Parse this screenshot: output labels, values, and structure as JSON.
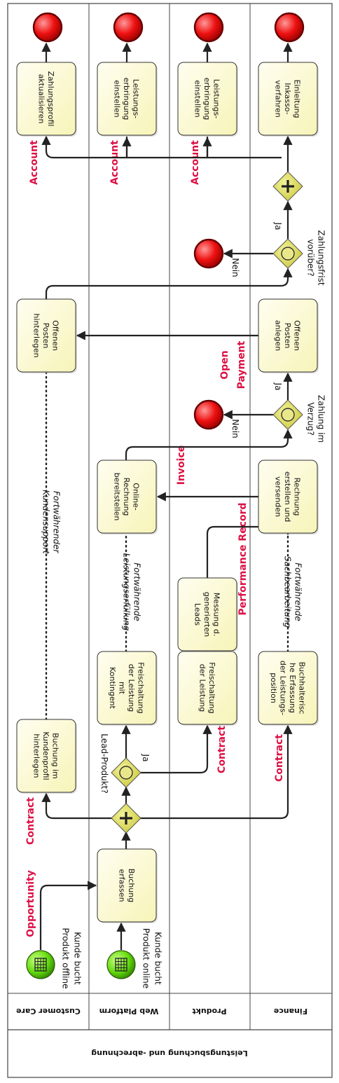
{
  "pool_title": "Leistungsbuchung und -abrechnung",
  "lanes": [
    {
      "id": "cc",
      "label": "Customer Care"
    },
    {
      "id": "wp",
      "label": "Web Platform"
    },
    {
      "id": "pr",
      "label": "Produkt"
    },
    {
      "id": "fi",
      "label": "Finance"
    }
  ],
  "start_events": [
    {
      "id": "s1",
      "lines": [
        "Kunde bucht",
        "Produkt offline"
      ]
    },
    {
      "id": "s2",
      "lines": [
        "Kunde bucht",
        "Produkt online"
      ]
    }
  ],
  "tasks": [
    {
      "id": "t_buchung",
      "lines": [
        "Buchung",
        "erfassen"
      ]
    },
    {
      "id": "t_kundenprofil",
      "lines": [
        "Buchung im",
        "Kundenprofil",
        "hinterlegen"
      ]
    },
    {
      "id": "t_freischaltung_wp",
      "lines": [
        "Freischaltung",
        "der Leistung",
        "mit",
        "Kontingent"
      ]
    },
    {
      "id": "t_freischaltung_pr",
      "lines": [
        "Freischaltung",
        "der Leistung"
      ]
    },
    {
      "id": "t_buchhalterisch",
      "lines": [
        "Buchhalterisc",
        "he Erfassung",
        "der Leistungs-",
        "position"
      ]
    },
    {
      "id": "t_messung",
      "lines": [
        "Messung d.",
        "generierten",
        "Leads"
      ]
    },
    {
      "id": "t_online_rechnung",
      "lines": [
        "Online-",
        "Rechnung",
        "bereitstellen"
      ]
    },
    {
      "id": "t_rechnung_erstellen",
      "lines": [
        "Rechnung",
        "erstellen und",
        "versenden"
      ]
    },
    {
      "id": "t_op_anlegen",
      "lines": [
        "Offenen",
        "Posten",
        "anlegen"
      ]
    },
    {
      "id": "t_op_hinterlegen",
      "lines": [
        "Offenen",
        "Posten",
        "hinterlegen"
      ]
    },
    {
      "id": "t_zahlungsprofil",
      "lines": [
        "Zahlungsprofil",
        "aktualisieren"
      ]
    },
    {
      "id": "t_leistung_wp",
      "lines": [
        "Leistungs-",
        "erbringung",
        "einstellen"
      ]
    },
    {
      "id": "t_leistung_pr",
      "lines": [
        "Leistungs-",
        "erbringung",
        "einstellen"
      ]
    },
    {
      "id": "t_inkasso",
      "lines": [
        "Einleitung",
        "Inkasso-",
        "verfahren"
      ]
    }
  ],
  "gateways": [
    {
      "id": "g_lead",
      "lines": [
        "Lead-Produkt?"
      ]
    },
    {
      "id": "g_verzug",
      "lines": [
        "Zahlung im",
        "Verzug?"
      ]
    },
    {
      "id": "g_frist",
      "lines": [
        "Zahlungsfrist",
        "vorüber?"
      ]
    }
  ],
  "flow_labels": {
    "lead_ja": "Ja",
    "verzug_ja": "Ja",
    "verzug_nein": "Nein",
    "frist_ja": "Ja",
    "frist_nein": "Nein"
  },
  "annotations": [
    {
      "id": "a_kunden",
      "lines": [
        "Fortwährender",
        "Kundensupport"
      ]
    },
    {
      "id": "a_leistung",
      "lines": [
        "Fortwährende",
        "Leistungserfüllung"
      ]
    },
    {
      "id": "a_sach",
      "lines": [
        "Fortwährende",
        "Sachbearbeitung"
      ]
    }
  ],
  "data_labels": {
    "opportunity": "Opportunity",
    "contract_cc": "Contract",
    "contract_pr": "Contract",
    "contract_fi": "Contract",
    "performance_record": "Performance Record",
    "invoice": "Invoice",
    "open_payment": [
      "Open",
      "Payment"
    ],
    "account_cc": "Account",
    "account_wp": "Account",
    "account_pr": "Account"
  },
  "colors": {
    "task_fill": "#fdfcd0",
    "gateway_fill": "#d8d64a",
    "start_fill": "#66dd11",
    "end_fill": "#ee1111",
    "data_label": "#dd1144",
    "line": "#222222"
  }
}
